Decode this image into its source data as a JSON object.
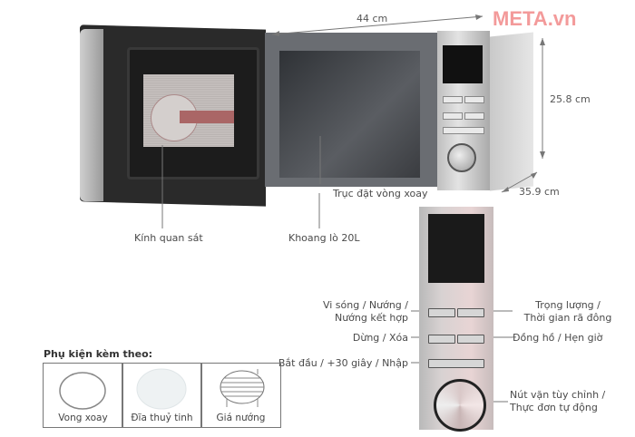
{
  "brand_watermark": "META.vn",
  "dimensions": {
    "width": "44 cm",
    "height": "25.8 cm",
    "depth": "35.9 cm"
  },
  "callouts_top": {
    "turntable_shaft": "Trục đặt vòng xoay",
    "viewing_window": "Kính quan sát",
    "cavity": "Khoang lò 20L"
  },
  "control_panel_callouts": {
    "left": [
      {
        "line1": "Vi sóng / Nướng /",
        "line2": "Nướng kết hợp"
      },
      {
        "line1": "Dừng / Xóa"
      },
      {
        "line1": "Bắt đầu / +30 giây / Nhập"
      }
    ],
    "right": [
      {
        "line1": "Trọng lượng /",
        "line2": "Thời gian rã đông"
      },
      {
        "line1": "Đồng hồ / Hẹn giờ"
      },
      {
        "line1": "Nút vặn tùy chỉnh /",
        "line2": "Thực đơn tự động"
      }
    ]
  },
  "accessories": {
    "title": "Phụ kiện kèm theo:",
    "items": [
      {
        "label": "Vong xoay",
        "icon": "ring-icon"
      },
      {
        "label": "Đĩa thuỷ tinh",
        "icon": "glass-plate-icon"
      },
      {
        "label": "Giá nướng",
        "icon": "grill-rack-icon"
      }
    ]
  },
  "colors": {
    "watermark": "#f39a9a",
    "text": "#4a4a4a",
    "leader_line": "#666666"
  }
}
